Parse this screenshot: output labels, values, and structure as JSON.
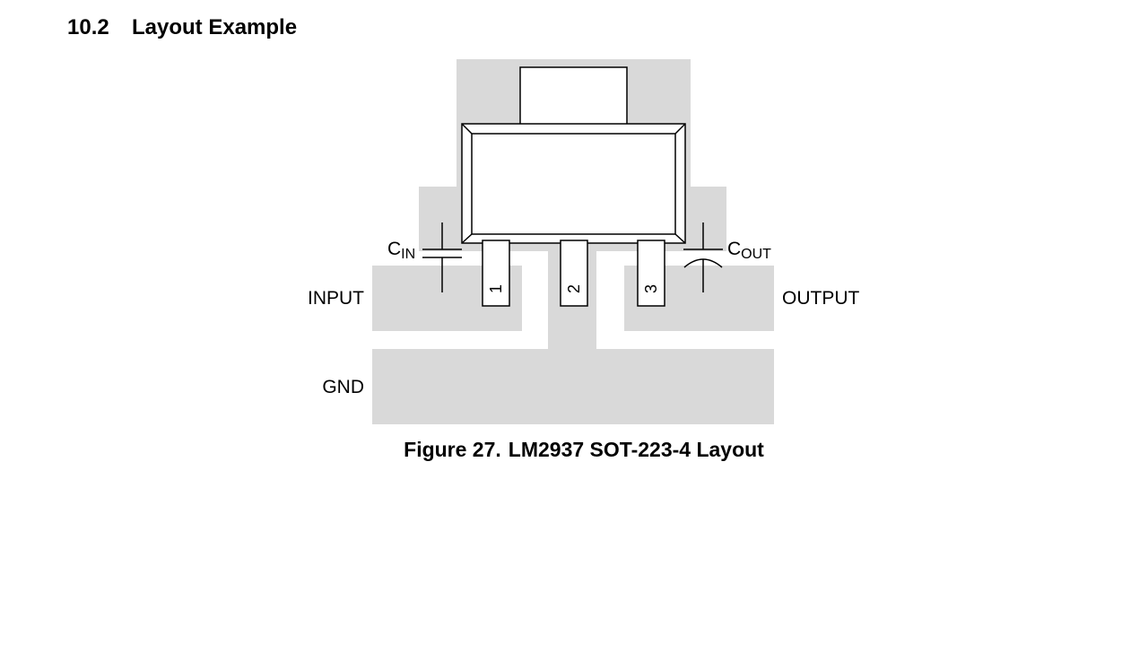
{
  "section": {
    "number": "10.2",
    "title": "Layout Example"
  },
  "diagram": {
    "pad_color": "#d9d9d9",
    "net_labels": {
      "input": "INPUT",
      "output": "OUTPUT",
      "gnd": "GND"
    },
    "capacitors": {
      "cin": {
        "base": "C",
        "sub": "IN"
      },
      "cout": {
        "base": "C",
        "sub": "OUT"
      }
    },
    "pins": [
      "1",
      "2",
      "3"
    ]
  },
  "caption": {
    "figure_number": "Figure 27.",
    "title": "LM2937 SOT-223-4 Layout"
  }
}
